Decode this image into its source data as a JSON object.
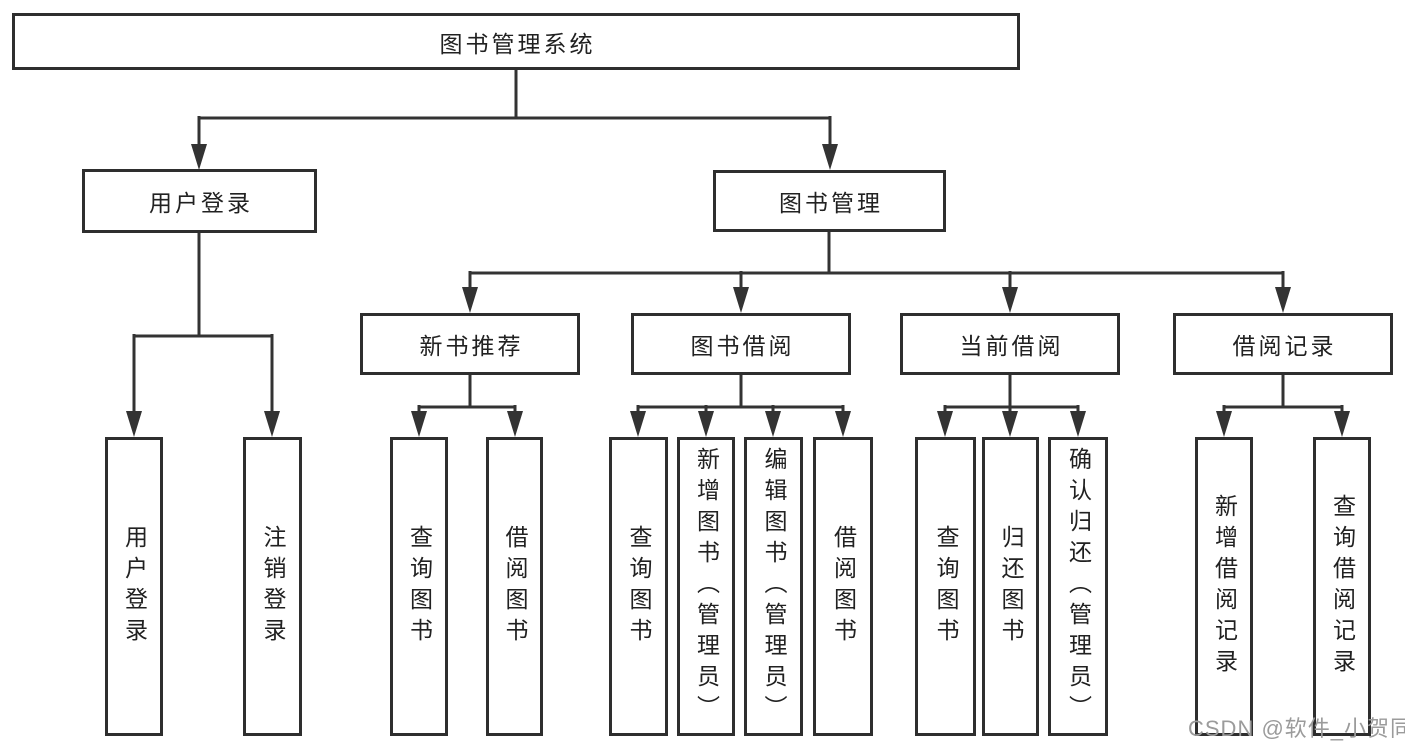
{
  "tree": {
    "root": {
      "label": "图书管理系统"
    },
    "children": [
      {
        "label": "用户登录",
        "children": [
          {
            "label": "用户登录"
          },
          {
            "label": "注销登录"
          }
        ]
      },
      {
        "label": "图书管理",
        "children": [
          {
            "label": "新书推荐",
            "children": [
              {
                "label": "查询图书"
              },
              {
                "label": "借阅图书"
              }
            ]
          },
          {
            "label": "图书借阅",
            "children": [
              {
                "label": "查询图书"
              },
              {
                "label": "新增图书（管理员）"
              },
              {
                "label": "编辑图书（管理员）"
              },
              {
                "label": "借阅图书"
              }
            ]
          },
          {
            "label": "当前借阅",
            "children": [
              {
                "label": "查询图书"
              },
              {
                "label": "归还图书"
              },
              {
                "label": "确认归还（管理员）"
              }
            ]
          },
          {
            "label": "借阅记录",
            "children": [
              {
                "label": "新增借阅记录"
              },
              {
                "label": "查询借阅记录"
              }
            ]
          }
        ]
      }
    ]
  },
  "watermark": {
    "text": "CSDN @软件_小贺同学"
  },
  "colors": {
    "bg": "#ffffff",
    "border": "#2e2e2e",
    "line": "#333333",
    "text": "#212121",
    "watermark": "#9b9b9b"
  }
}
